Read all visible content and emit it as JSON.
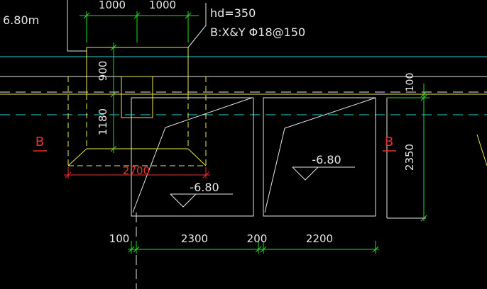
{
  "colors": {
    "background": "#000000",
    "white": "#e6e6e6",
    "yellow": "#f0e84a",
    "green": "#20e020",
    "cyan": "#2ad0d0",
    "red": "#e83030"
  },
  "labels": {
    "elev_top_left": "6.80m",
    "dim_top_1": "1000",
    "dim_top_2": "1000",
    "note_hd": "hd=350",
    "note_rebar": "B:X&Y  Φ18@150",
    "dim_v_900": "900",
    "dim_v_1180": "1180",
    "dim_v_100": "100",
    "dim_v_2350": "2350",
    "dim_2700": "2700",
    "section_left": "B",
    "section_right": "B",
    "elev_left": "-6.80",
    "elev_right": "-6.80",
    "dim_bottom_100": "100",
    "dim_bottom_2300": "2300",
    "dim_bottom_200": "200",
    "dim_bottom_2200": "2200"
  }
}
